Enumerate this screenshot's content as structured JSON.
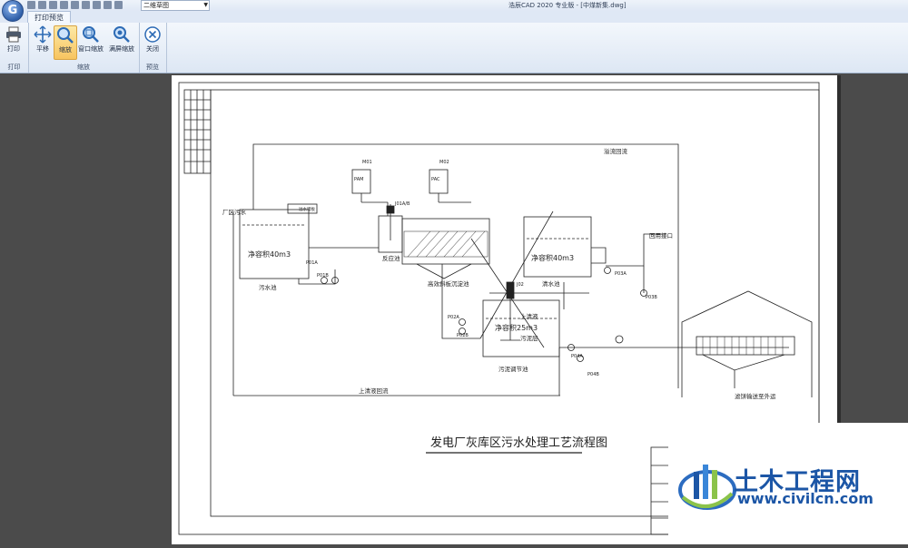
{
  "window": {
    "title": "浩辰CAD 2020 专业版 - [中煤新集.dwg]",
    "workspace_combo": "二维草图"
  },
  "app_button": {
    "letter": "G"
  },
  "tabs": [
    {
      "label": "打印预览"
    }
  ],
  "ribbon": {
    "print": {
      "label": "打印",
      "group": "打印"
    },
    "pan": {
      "label": "平移"
    },
    "zoom": {
      "label": "缩放"
    },
    "window_zoom": {
      "label": "窗口缩放"
    },
    "fullscreen_zoom": {
      "label": "满屏缩放"
    },
    "zoom_group": "缩放",
    "close": {
      "label": "关闭"
    },
    "preview_group": "预览"
  },
  "drawing": {
    "title": "发电厂灰库区污水处理工艺流程图",
    "labels": {
      "factory_sewage": "厂区污水",
      "sewage_pool": "污水池",
      "clean_tank": "净容积40m3",
      "reaction_pool": "反应池",
      "inclined_tube": "高效斜板沉淀池",
      "clear_pool": "清水池",
      "clear_tank": "净容积40m3",
      "sludge_pool": "污泥调节池",
      "sludge_tank": "净容积25m3",
      "supernatant": "上清液",
      "sludge_layer": "污泥层",
      "reflux_line": "上清液回流",
      "overflow": "溢流回流",
      "reuse": "回用接口",
      "dewater": "滤饼输送至外运",
      "m01": "M01",
      "m02": "M02",
      "pam": "PAM",
      "pac": "PAC",
      "j01": "J01A/B",
      "j02": "J02",
      "p01a": "P01A",
      "p01b": "P01B",
      "p02a": "P02A",
      "p02b": "P02B",
      "p03a": "P03A",
      "p03b": "P03B",
      "p04a": "P04A",
      "p04b": "P04B",
      "overflow_weir": "溢水堰板"
    }
  },
  "watermark": {
    "text": "土木工程网",
    "url": "www.civilcn.com"
  },
  "colors": {
    "accent": "#1c56a6",
    "active_button": "#f7c560",
    "workspace": "#4b4b4b"
  }
}
